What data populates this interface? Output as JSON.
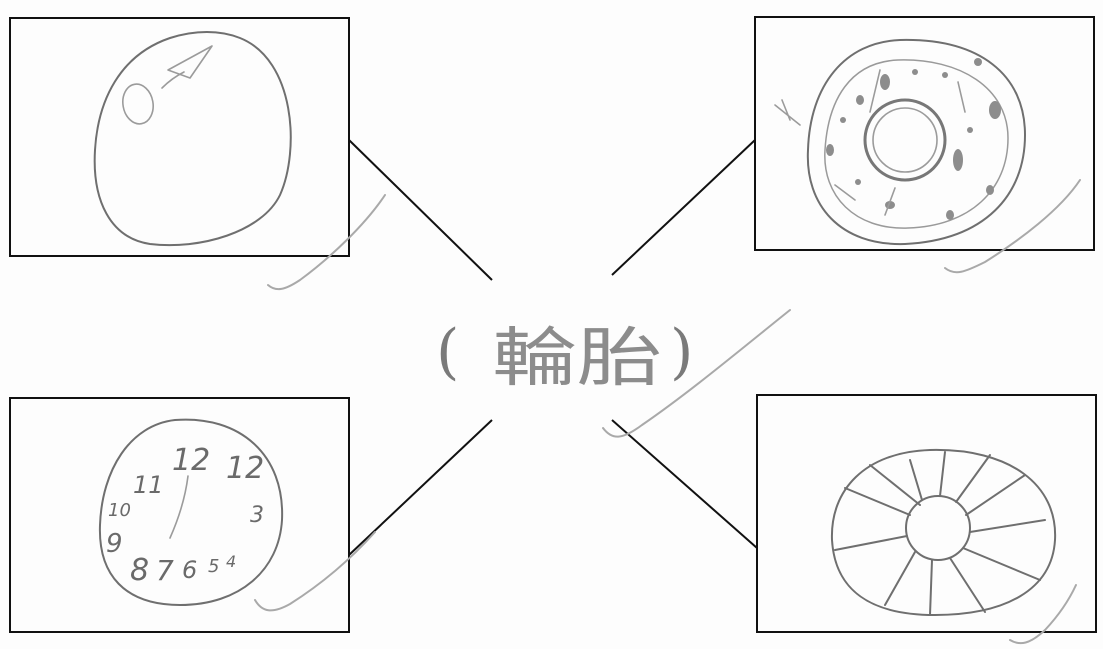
{
  "worksheet": {
    "answer_label": "輪胎",
    "paren_open": "(",
    "paren_close": ")"
  },
  "pictures": [
    {
      "name": "face-drawing",
      "content": "face"
    },
    {
      "name": "cell-drawing",
      "content": "cell"
    },
    {
      "name": "clock-drawing",
      "content": "clock"
    },
    {
      "name": "wheel-drawing",
      "content": "wheel"
    }
  ],
  "clock_face": {
    "numbers": [
      "12",
      "12",
      "11",
      "10",
      "9",
      "8",
      "7",
      "6",
      "5",
      "4",
      "3"
    ]
  },
  "colors": {
    "frame": "#111111",
    "pencil": "#6f6f6f",
    "check_mark": "#a9a9a9"
  }
}
